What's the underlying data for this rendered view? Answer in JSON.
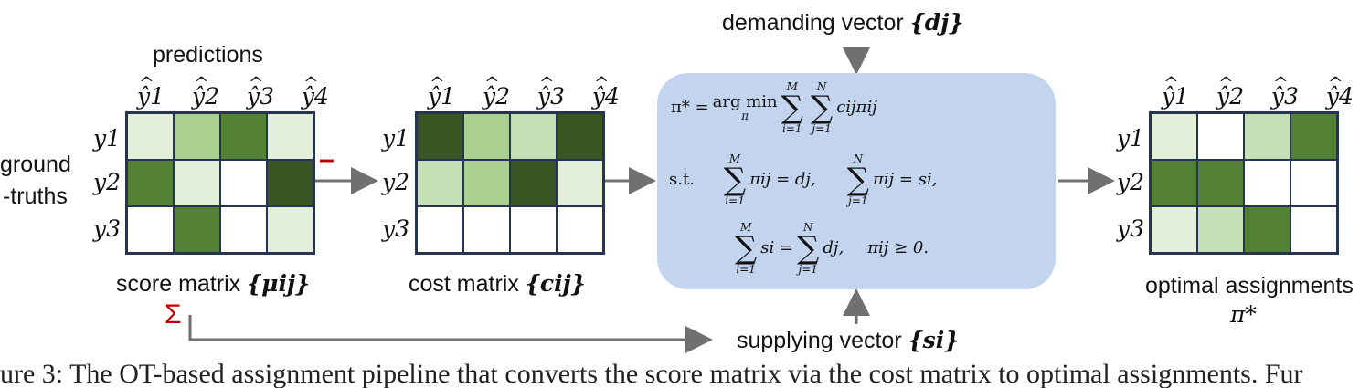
{
  "labels": {
    "predictions": "predictions",
    "ground_truths_line1": "ground",
    "ground_truths_line2": "-truths",
    "score_matrix": "score matrix",
    "score_matrix_sym": "{μij}",
    "cost_matrix": "cost matrix",
    "cost_matrix_sym": "{cij}",
    "demanding_vector": "demanding vector",
    "demanding_sym": "{dj}",
    "supplying_vector": "supplying vector",
    "supplying_sym": "{si}",
    "optimal_assignments": "optimal assignments",
    "optimal_sym": "π*",
    "minus": "–",
    "sigma": "Σ"
  },
  "column_headers": [
    "ŷ1",
    "ŷ2",
    "ŷ3",
    "ŷ4"
  ],
  "row_headers": [
    "y1",
    "y2",
    "y3"
  ],
  "matrices": {
    "score": [
      [
        "#e2efd9",
        "#a9d08e",
        "#548235",
        "#e2efd9"
      ],
      [
        "#548235",
        "#e2efd9",
        "#ffffff",
        "#375623"
      ],
      [
        "#ffffff",
        "#548235",
        "#ffffff",
        "#e2efd9"
      ]
    ],
    "cost": [
      [
        "#375623",
        "#a9d08e",
        "#c5e0b4",
        "#375623"
      ],
      [
        "#c5e0b4",
        "#a9d08e",
        "#375623",
        "#e2efd9"
      ],
      [
        "#ffffff",
        "#ffffff",
        "#ffffff",
        "#ffffff"
      ]
    ],
    "optimal": [
      [
        "#e2efd9",
        "#ffffff",
        "#c5e0b4",
        "#548235"
      ],
      [
        "#548235",
        "#548235",
        "#ffffff",
        "#ffffff"
      ],
      [
        "#e2efd9",
        "#c5e0b4",
        "#548235",
        "#ffffff"
      ]
    ]
  },
  "optimization": {
    "line1_lhs": "π* =",
    "argmin": "arg min",
    "argmin_sub": "π",
    "sum_i_upper": "M",
    "sum_i_lower": "i=1",
    "sum_j_upper": "N",
    "sum_j_lower": "j=1",
    "objective_term": "cijπij",
    "st": "s.t.",
    "c1_term": "πij = dj,",
    "c2_term": "πij = si,",
    "c3_term1": "si =",
    "c3_term2": "dj,",
    "c4": "πij ≥ 0."
  },
  "caption_fragment": "ure 3: The OT-based assignment pipeline that converts the score matrix via the cost matrix to optimal assignments. Fur"
}
